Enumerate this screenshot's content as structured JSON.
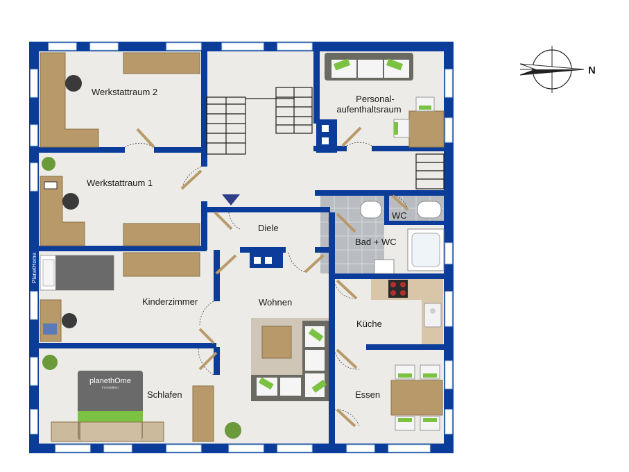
{
  "brand": "PlanetHome",
  "logo": {
    "main": "planethOme",
    "sub": "immobilien"
  },
  "compass": {
    "label": "N"
  },
  "colors": {
    "wall": "#0b3c9a",
    "floor": "#ecebe7",
    "tile": "#b9bcc0",
    "wood": "#b89a6a",
    "accent": "#7cc242"
  },
  "rooms": {
    "werkstatt2": "Werkstattraum 2",
    "werkstatt1": "Werkstattraum 1",
    "personal1": "Personal-",
    "personal2": "aufenthaltsraum",
    "diele": "Diele",
    "wc": "WC",
    "bad": "Bad + WC",
    "kinder": "Kinderzimmer",
    "wohnen": "Wohnen",
    "kueche": "Küche",
    "schlafen": "Schlafen",
    "essen": "Essen"
  }
}
